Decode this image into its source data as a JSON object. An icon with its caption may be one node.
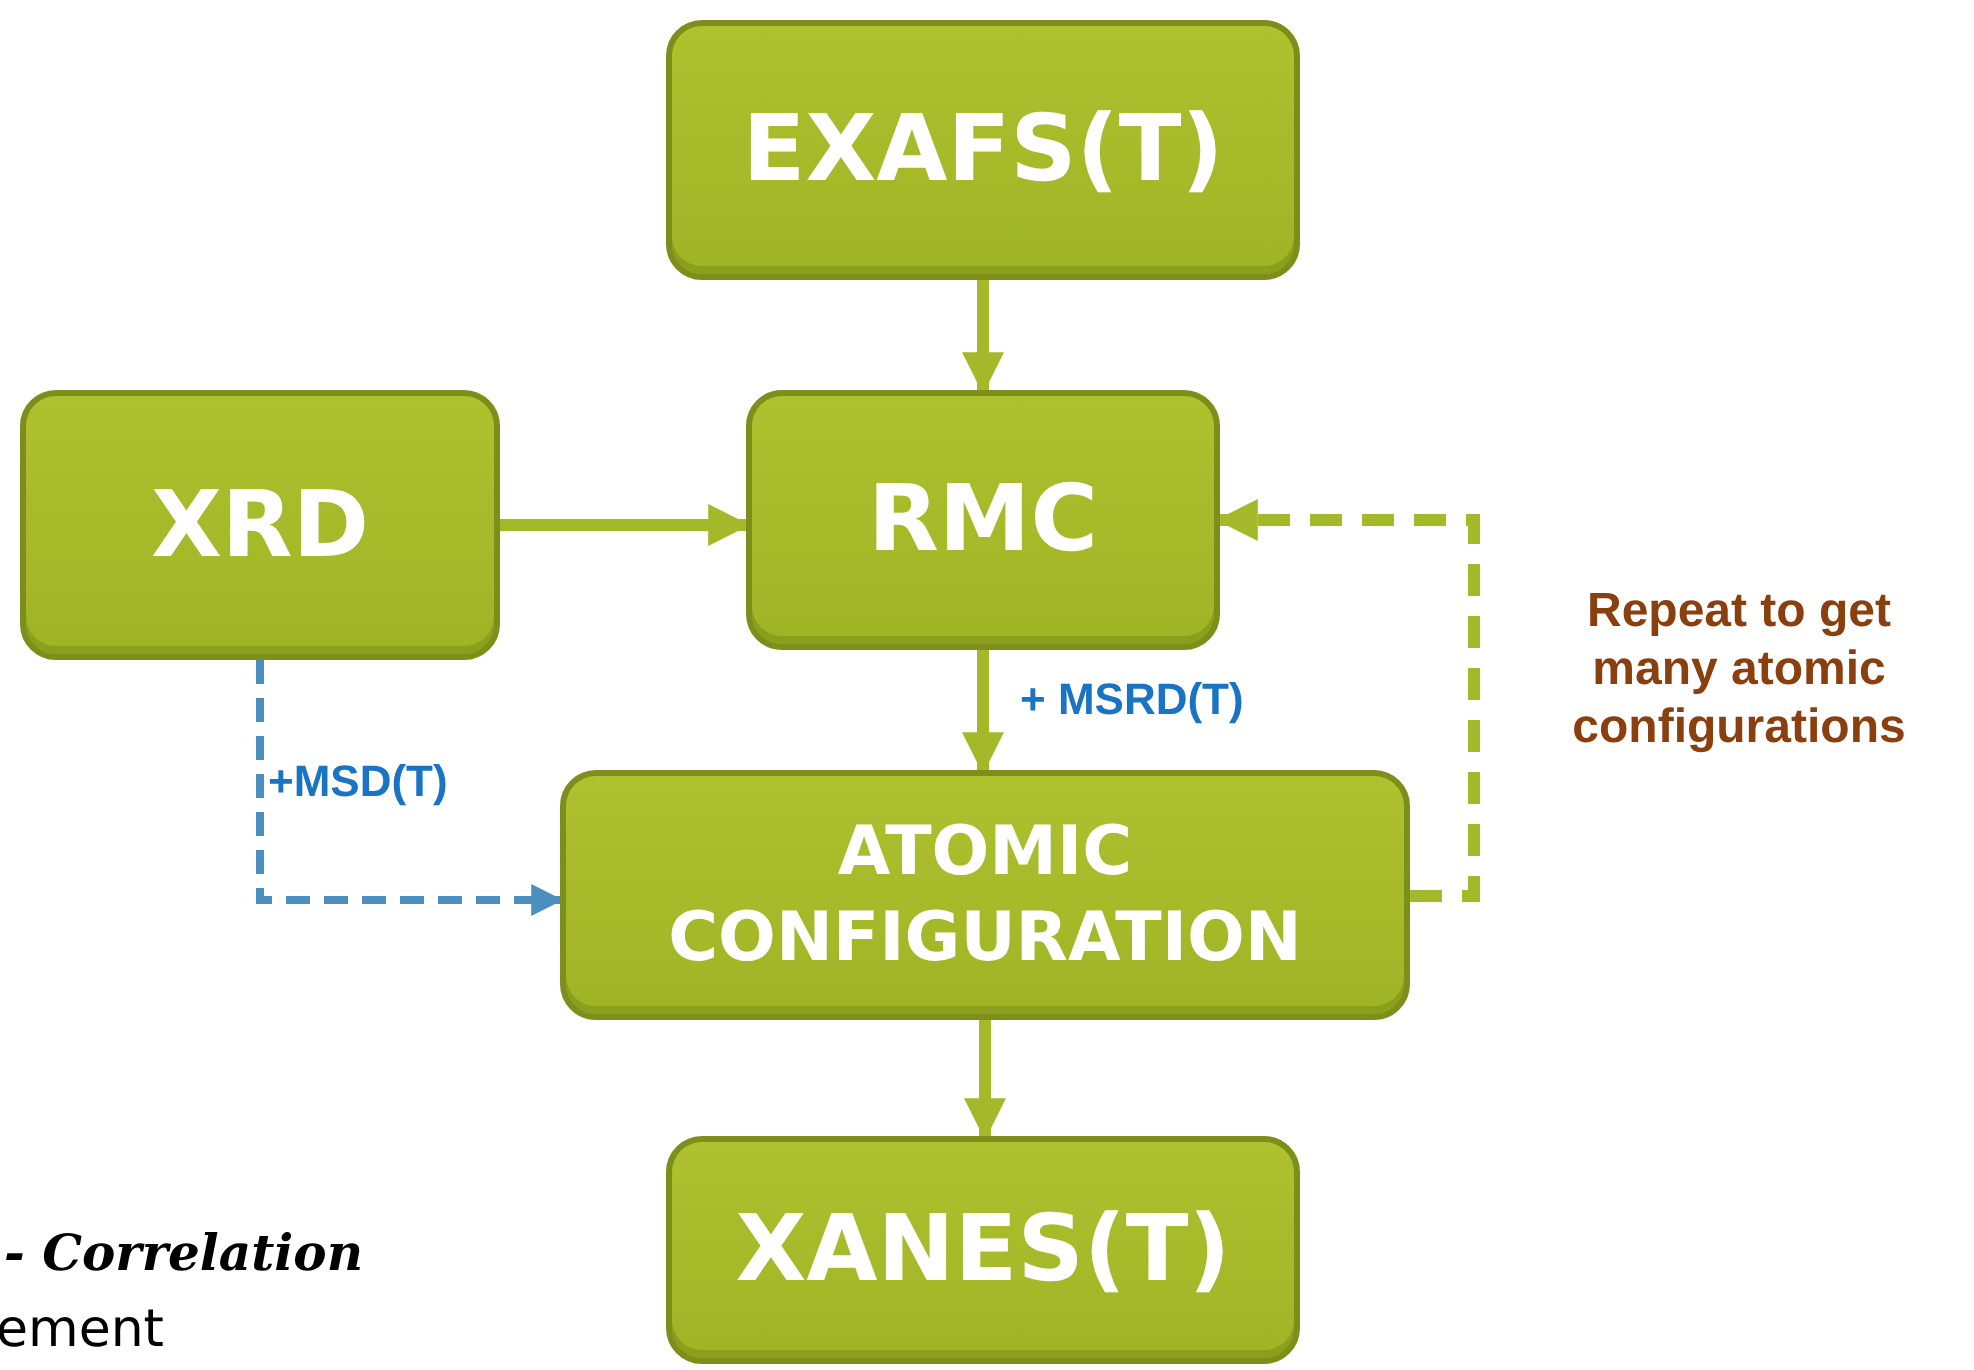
{
  "diagram": {
    "nodes": [
      {
        "text": [
          "EXAFS(T)"
        ]
      },
      {
        "text": [
          "XRD"
        ]
      },
      {
        "text": [
          "RMC"
        ]
      },
      {
        "text": [
          "ATOMIC CONFIGURATION"
        ]
      },
      {
        "text": [
          "XANES(T)"
        ]
      }
    ],
    "edges": [
      {
        "from": 0,
        "to": 2,
        "arrow": "to"
      },
      {
        "from": 1,
        "to": 2,
        "arrow": "to"
      },
      {
        "from": 2,
        "to": 3,
        "arrow": "to",
        "label": "+ MSRD(T)"
      },
      {
        "from": 1,
        "to": 3,
        "arrow": "to",
        "label": "+MSD(T)",
        "style": "dashed",
        "color": "#4a8fc0"
      },
      {
        "from": 3,
        "to": 2,
        "arrow": "to",
        "label": "Repeat to get many atomic configurations",
        "style": "dashed"
      },
      {
        "from": 3,
        "to": 4,
        "arrow": "to"
      }
    ],
    "labels": [
      "- Correlation",
      "ement"
    ]
  }
}
